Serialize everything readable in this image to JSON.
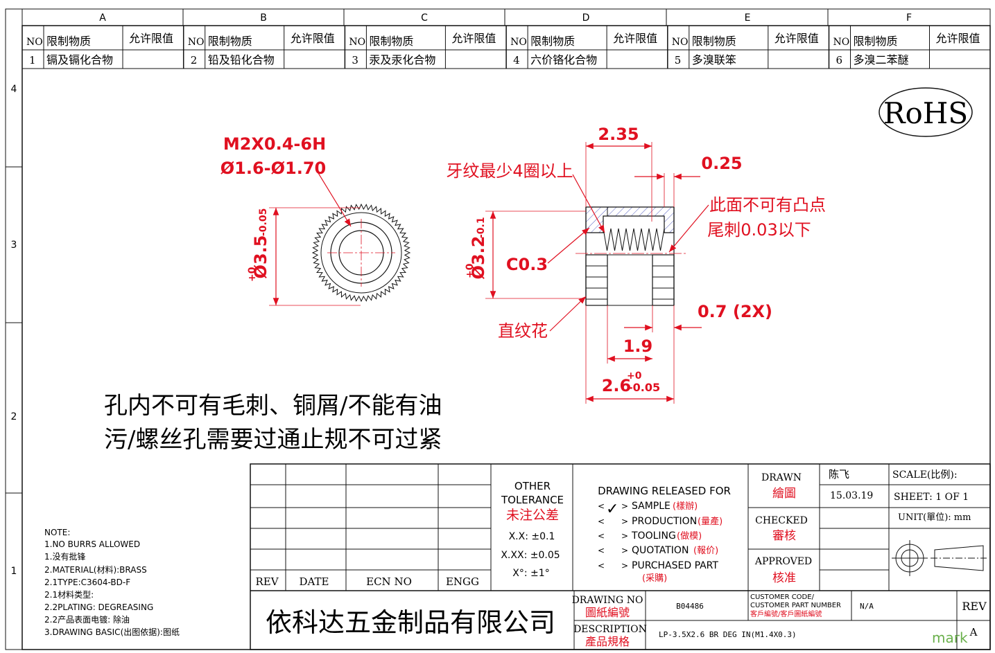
{
  "grid": {
    "columns": [
      "A",
      "B",
      "C",
      "D",
      "E",
      "F"
    ],
    "rows": [
      "4",
      "3",
      "2",
      "1"
    ]
  },
  "restricted_table": {
    "headers": {
      "no": "NO",
      "substance": "限制物质",
      "limit": "允许限值"
    },
    "items": [
      {
        "no": "1",
        "substance": "镉及镉化合物",
        "limit": ""
      },
      {
        "no": "2",
        "substance": "铅及铅化合物",
        "limit": ""
      },
      {
        "no": "3",
        "substance": "汞及汞化合物",
        "limit": ""
      },
      {
        "no": "4",
        "substance": "六价铬化合物",
        "limit": ""
      },
      {
        "no": "5",
        "substance": "多溴联笨",
        "limit": ""
      },
      {
        "no": "6",
        "substance": "多溴二苯醚",
        "limit": ""
      }
    ]
  },
  "rohs": "RoHS",
  "front_view": {
    "thread_spec": "M2X0.4-6H",
    "hole_dia": "Ø1.6-Ø1.70",
    "outer_dia": "Ø3.5",
    "outer_tol_upper": "+0",
    "outer_tol_lower": "-0.05"
  },
  "side_view": {
    "top_width": "2.35",
    "gap": "0.25",
    "thread_note": "牙纹最少4圈以上",
    "face_note_1": "此面不可有凸点",
    "face_note_2": "尾刺0.03以下",
    "body_dia": "Ø3.2",
    "body_tol_upper": "+0",
    "body_tol_lower": "-0.1",
    "chamfer": "C0.3",
    "knurl_note": "直纹花",
    "knurl_width": "0.7 (2X)",
    "inner_length": "1.9",
    "total_length": "2.6",
    "total_tol_upper": "+0",
    "total_tol_lower": "-0.05"
  },
  "main_note": {
    "line1": "孔内不可有毛刺、铜屑/不能有油",
    "line2": "污/螺丝孔需要过通止规不可过紧"
  },
  "notes": [
    "NOTE:",
    "1.NO BURRS ALLOWED",
    "1.没有批锋",
    "2.MATERIAL(材料):BRASS",
    "2.1TYPE:C3604-BD-F",
    "2.1材料类型:",
    "2.2PLATING: DEGREASING",
    "2.2产品表面电镀: 除油",
    "3.DRAWING BASIC(出图依据):图纸"
  ],
  "revision_table": {
    "rev": "REV",
    "date": "DATE",
    "ecn": "ECN NO",
    "engg": "ENGG"
  },
  "tolerance": {
    "title1": "OTHER",
    "title2": "TOLERANCE",
    "title_cn": "未注公差",
    "xx": "X.X: ±0.1",
    "xxx": "X.XX: ±0.05",
    "angle": "X°: ±1°"
  },
  "release": {
    "title": "DRAWING RELEASED FOR",
    "check_mark": "✓",
    "options": [
      {
        "en": "SAMPLE",
        "cn": "(樣辦)"
      },
      {
        "en": "PRODUCTION",
        "cn": "(量產)"
      },
      {
        "en": "TOOLING",
        "cn": "(做模)"
      },
      {
        "en": "QUOTATION",
        "cn": "(報价)"
      },
      {
        "en": "PURCHASED PART",
        "cn": "(采購)"
      }
    ]
  },
  "signoff": {
    "drawn_en": "DRAWN",
    "drawn_cn": "繪圖",
    "drawn_by": "陈飞",
    "date": "15.03.19",
    "checked_en": "CHECKED",
    "checked_cn": "審核",
    "approved_en": "APPROVED",
    "approved_cn": "核准",
    "scale": "SCALE(比例):",
    "sheet": "SHEET:  1 OF 1",
    "unit": "UNIT(單位): mm"
  },
  "company": "依科达五金制品有限公司",
  "drawing_no": {
    "label_en": "DRAWING NO",
    "label_cn": "圖紙編號",
    "value": "B04486"
  },
  "customer": {
    "label1": "CUSTOMER CODE/",
    "label2": "CUSTOMER PART NUMBER",
    "label_cn": "客戶編號/客戶圖紙編號",
    "value": "N/A"
  },
  "rev_label": "REV",
  "rev_value": "A",
  "description": {
    "label_en": "DESCRIPTION",
    "label_cn": "產品規格",
    "value": "LP-3.5X2.6 BR DEG IN(M1.4X0.3)"
  },
  "watermark": "mark"
}
